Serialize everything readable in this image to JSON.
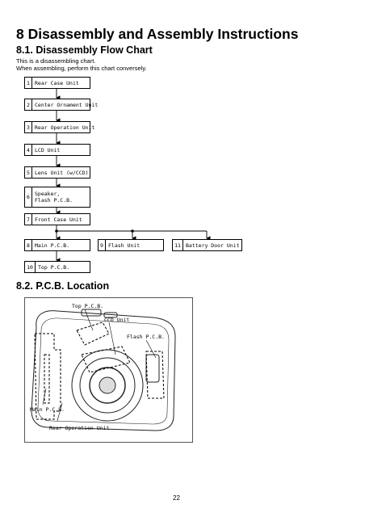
{
  "heading": "8   Disassembly and Assembly Instructions",
  "section1": {
    "title": "8.1.     Disassembly Flow Chart",
    "intro1": "This is a disassembling chart.",
    "intro2": "When assembling, perform this chart conversely."
  },
  "flow": [
    {
      "num": "1",
      "label": "Rear Case Unit"
    },
    {
      "num": "2",
      "label": "Center Ornament Unit"
    },
    {
      "num": "3",
      "label": "Rear Operation Unit"
    },
    {
      "num": "4",
      "label": "LCD Unit"
    },
    {
      "num": "5",
      "label": "Lens Unit (w/CCD)"
    },
    {
      "num": "6",
      "label": "Speaker,\nFlash P.C.B."
    },
    {
      "num": "7",
      "label": "Front Case Unit"
    },
    {
      "num": "8",
      "label": "Main P.C.B."
    },
    {
      "num": "9",
      "label": "Flash Unit"
    },
    {
      "num": "11",
      "label": "Battery Door Unit"
    },
    {
      "num": "10",
      "label": "Top P.C.B."
    }
  ],
  "section2": {
    "title": "8.2.     P.C.B. Location",
    "callouts": {
      "top_pcb": "Top P.C.B.",
      "ccd_unit": "CCD Unit",
      "flash_pcb": "Flash P.C.B.",
      "main_pcb": "Main P.C.B.",
      "rear_operation_unit": "Rear Operation Unit"
    }
  },
  "page_number": "22"
}
